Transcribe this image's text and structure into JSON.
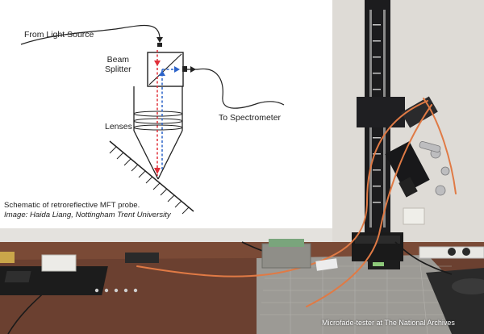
{
  "schematic": {
    "label_light_source": "From Light Source",
    "label_beam_line1": "Beam",
    "label_beam_line2": "Splitter",
    "label_lenses": "Lenses",
    "label_spectrometer": "To Spectrometer",
    "caption_line1": "Schematic of retroreflective MFT probe.",
    "caption_line2": "Image: Haida Liang, Nottingham Trent University"
  },
  "photo": {
    "credit": "Microfade-tester at The National Archives"
  },
  "colors": {
    "outgoing_beam": "#e0303a",
    "return_beam": "#2c63c9",
    "table_wood": "#6b4030",
    "cutting_mat": "#9c9a95",
    "fibre_cable": "#e07a45"
  }
}
